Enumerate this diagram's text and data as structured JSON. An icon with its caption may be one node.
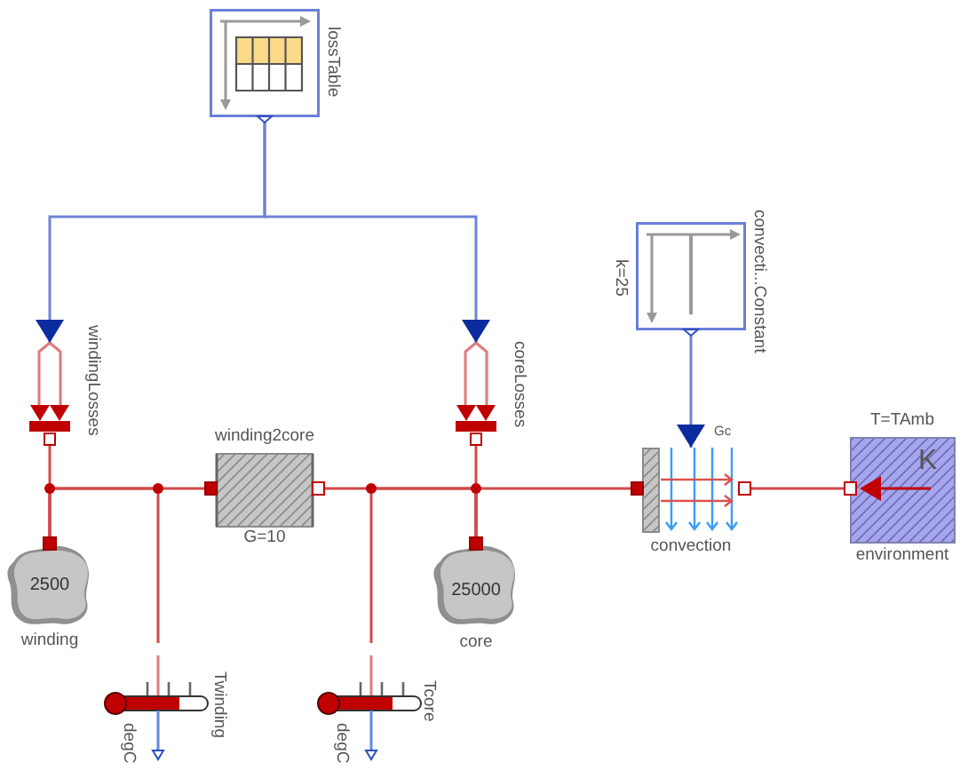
{
  "diagram": {
    "nodes": [
      {
        "text": [
          "lossTable"
        ]
      },
      {
        "text": [
          "convecti...Constant"
        ],
        "beside": [
          "k=25"
        ]
      },
      {
        "text": [
          "windingLosses"
        ]
      },
      {
        "text": [
          "coreLosses"
        ]
      },
      {
        "text": [
          "winding2core"
        ],
        "beside": [
          "G=10"
        ]
      },
      {
        "text": [
          "Gc",
          "convection"
        ]
      },
      {
        "text": [
          "K",
          "environment"
        ],
        "beside": [
          "T=TAmb"
        ]
      },
      {
        "text": [
          "2500",
          "winding"
        ]
      },
      {
        "text": [
          "25000",
          "core"
        ]
      },
      {
        "text": [
          "Twinding",
          "degC"
        ]
      },
      {
        "text": [
          "Tcore",
          "degC"
        ]
      }
    ],
    "edges": [
      {
        "from": 0,
        "to": 2,
        "arrow": "to",
        "color": "#6f83d6"
      },
      {
        "from": 0,
        "to": 3,
        "arrow": "to",
        "color": "#6f83d6"
      },
      {
        "from": 1,
        "to": 5,
        "arrow": "to",
        "color": "#6f83d6"
      },
      {
        "from": 2,
        "to": 7,
        "arrow": "none"
      },
      {
        "from": 7,
        "to": 4,
        "arrow": "none"
      },
      {
        "from": 9,
        "to": 7,
        "arrow": "none"
      },
      {
        "from": 3,
        "to": 8,
        "arrow": "none"
      },
      {
        "from": 4,
        "to": 8,
        "arrow": "none"
      },
      {
        "from": 10,
        "to": 8,
        "arrow": "none"
      },
      {
        "from": 8,
        "to": 5,
        "arrow": "none"
      },
      {
        "from": 5,
        "to": 6,
        "arrow": "none"
      }
    ]
  }
}
